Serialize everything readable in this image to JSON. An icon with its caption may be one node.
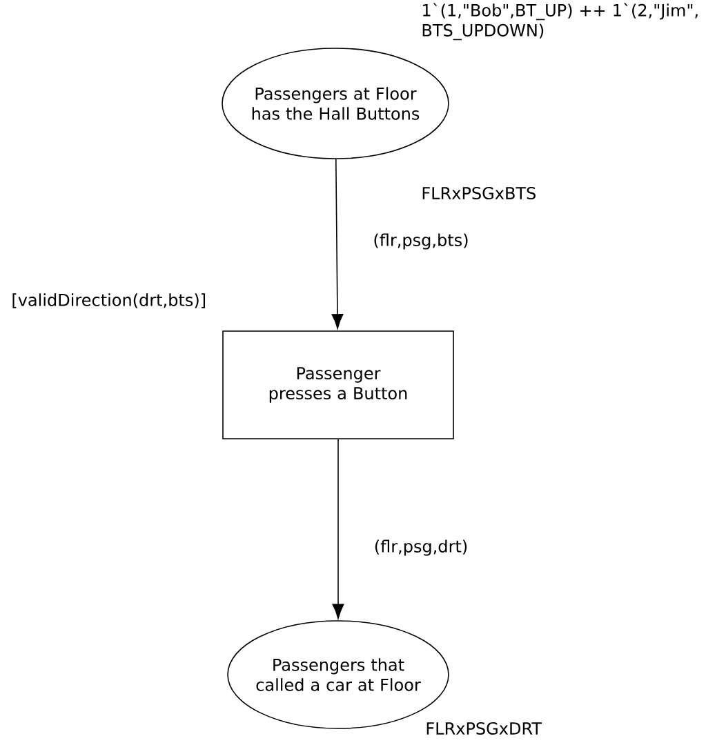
{
  "diagram": {
    "nodes": [
      {
        "text": [
          "Passengers at Floor has the Hall Buttons"
        ],
        "beside": [
          "1`(1,\"Bob\",BT_UP) ++ 1`(2,\"Jim\", BTS_UPDOWN)",
          "FLRxPSGxBTS"
        ]
      },
      {
        "text": [
          "Passenger presses a Button"
        ],
        "beside": [
          "[validDirection(drt,bts)]"
        ]
      },
      {
        "text": [
          "Passengers that called a car at Floor"
        ],
        "beside": [
          "FLRxPSGxDRT"
        ]
      }
    ],
    "edges": [
      {
        "from": 0,
        "to": 1,
        "arrow": "to",
        "label": "(flr,psg,bts)"
      },
      {
        "from": 1,
        "to": 2,
        "arrow": "to",
        "label": "(flr,psg,drt)"
      }
    ]
  }
}
